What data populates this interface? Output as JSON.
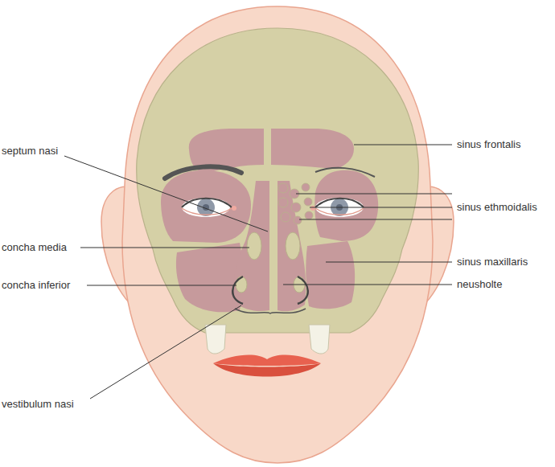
{
  "diagram": {
    "labels": [
      "septum nasi",
      "concha media",
      "concha inferior",
      "vestibulum nasi",
      "sinus frontalis",
      "sinus ethmoidalis",
      "sinus maxillaris",
      "neusholte"
    ]
  }
}
